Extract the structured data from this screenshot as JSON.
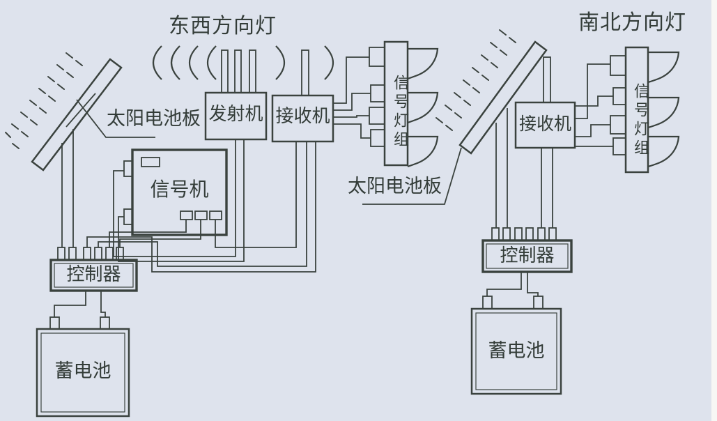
{
  "colors": {
    "background": "#dee3ed",
    "line": "#3a423e",
    "text": "#333c38",
    "paper": "#f7f7f4"
  },
  "labels": {
    "direction_light_left": "东西方向灯",
    "direction_light_right": "南北方向灯",
    "solar_panel_left": "太阳电池板",
    "solar_panel_right": "太阳电池板",
    "transmitter": "发射机",
    "receiver_left": "接收机",
    "receiver_right": "接收机",
    "signal_machine": "信号机",
    "controller_left": "控制器",
    "controller_right": "控制器",
    "battery_left": "蓄电池",
    "battery_right": "蓄电池",
    "signal_light_group_left": "信号灯组",
    "signal_light_group_right": "信号灯组"
  }
}
